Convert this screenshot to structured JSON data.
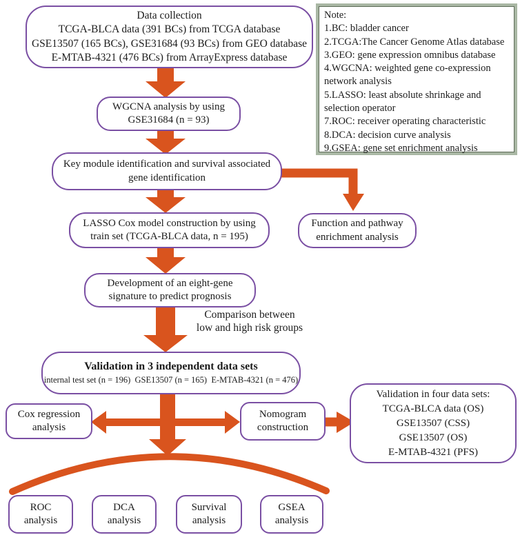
{
  "colors": {
    "arrow_orange": "#d9541e",
    "box_border_purple": "#7a4fa3",
    "note_border_outer": "#a9b7a4",
    "note_border_inner": "#5d6b57",
    "text": "#1c1c1c"
  },
  "note": {
    "title": "Note:",
    "items": [
      "1.BC: bladder cancer",
      "2.TCGA:The Cancer Genome Atlas database",
      "3.GEO: gene expression omnibus database",
      "4.WGCNA: weighted gene co-expression network analysis",
      "5.LASSO: least absolute shrinkage and selection operator",
      "7.ROC: receiver operating characteristic",
      "8.DCA: decision curve analysis",
      "9.GSEA: gene set enrichment analysis"
    ]
  },
  "boxes": {
    "data_collection": {
      "lines": [
        "Data collection",
        "TCGA-BLCA data (391 BCs) from TCGA database",
        "GSE13507 (165 BCs), GSE31684 (93 BCs) from GEO database",
        "E-MTAB-4321 (476 BCs) from ArrayExpress database"
      ]
    },
    "wgcna": {
      "lines": [
        "WGCNA analysis by using",
        "GSE31684 (n = 93)"
      ]
    },
    "key_module": {
      "lines": [
        "Key module identification and survival associated",
        "gene identification"
      ]
    },
    "lasso": {
      "lines": [
        "LASSO Cox model construction by using",
        "train set (TCGA-BLCA data, n = 195)"
      ]
    },
    "function_pathway": {
      "lines": [
        "Function and pathway",
        "enrichment analysis"
      ]
    },
    "eight_gene": {
      "lines": [
        "Development of an eight-gene",
        "signature to predict prognosis"
      ]
    },
    "validation_three": {
      "title": "Validation in 3 independent data sets",
      "subtitle": "internal test set (n = 196)  GSE13507 (n = 165)  E-MTAB-4321 (n = 476)"
    },
    "cox_regression": {
      "lines": [
        "Cox regression",
        "analysis"
      ]
    },
    "nomogram": {
      "lines": [
        "Nomogram",
        "construction"
      ]
    },
    "validation_four": {
      "lines": [
        "Validation in four data sets:",
        "TCGA-BLCA data (OS)",
        "GSE13507 (CSS)",
        "GSE13507 (OS)",
        "E-MTAB-4321 (PFS)"
      ]
    },
    "roc": {
      "lines": [
        "ROC",
        "analysis"
      ]
    },
    "dca": {
      "lines": [
        "DCA",
        "analysis"
      ]
    },
    "survival": {
      "lines": [
        "Survival",
        "analysis"
      ]
    },
    "gsea": {
      "lines": [
        "GSEA",
        "analysis"
      ]
    }
  },
  "annotations": {
    "comparison": {
      "lines": [
        "Comparison between",
        "low and high risk groups"
      ]
    }
  }
}
